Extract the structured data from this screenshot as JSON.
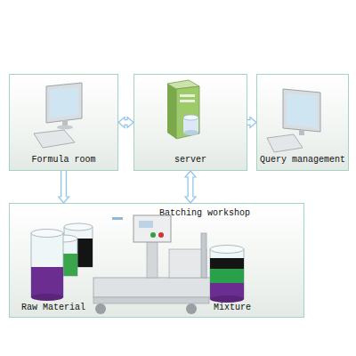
{
  "diagram": {
    "nodes": [
      {
        "text": [
          "Formula room"
        ]
      },
      {
        "text": [
          "server"
        ]
      },
      {
        "text": [
          "Query management"
        ]
      },
      {
        "text": [
          "Batching workshop"
        ]
      }
    ],
    "edges": [
      {
        "from": 0,
        "to": 1,
        "arrow": "both"
      },
      {
        "from": 1,
        "to": 2,
        "arrow": "to"
      },
      {
        "from": 0,
        "to": 3,
        "arrow": "to"
      },
      {
        "from": 1,
        "to": 3,
        "arrow": "both"
      }
    ],
    "labels": [
      "Raw Material",
      "Mixture"
    ]
  }
}
